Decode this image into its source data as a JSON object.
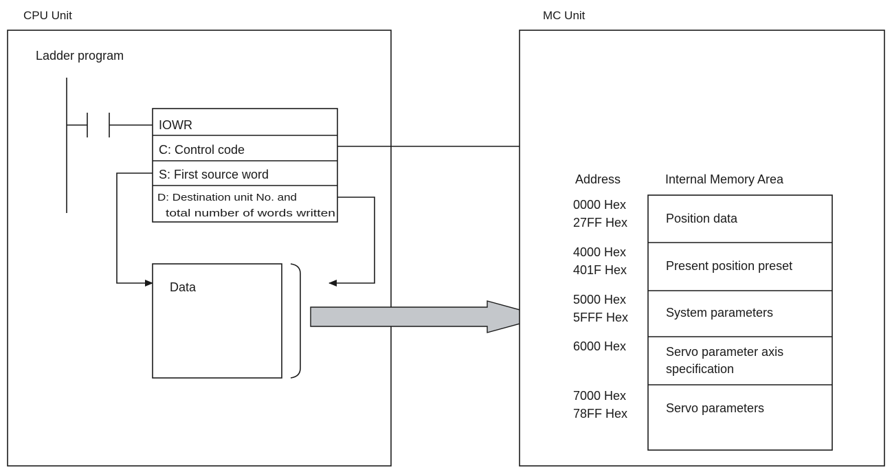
{
  "cpu_unit": {
    "title": "CPU Unit",
    "subtitle": "Ladder program",
    "instruction": {
      "name": "IOWR",
      "control": "C: Control code",
      "source": "S: First source word",
      "dest_line1": "D: Destination unit No. and",
      "dest_line2": "total number of words written"
    },
    "data_label": "Data"
  },
  "mc_unit": {
    "title": "MC Unit",
    "address_header": "Address",
    "memory_header": "Internal Memory Area",
    "areas": [
      {
        "addr_start": "0000 Hex",
        "addr_end": "27FF Hex",
        "name": "Position data"
      },
      {
        "addr_start": "4000 Hex",
        "addr_end": "401F Hex",
        "name": "Present position preset"
      },
      {
        "addr_start": "5000 Hex",
        "addr_end": "5FFF Hex",
        "name": "System parameters"
      },
      {
        "addr_start": "6000 Hex",
        "addr_end": "",
        "name_line1": "Servo parameter axis",
        "name_line2": "specification"
      },
      {
        "addr_start": "7000 Hex",
        "addr_end": "78FF Hex",
        "name": "Servo parameters"
      }
    ]
  },
  "colors": {
    "transfer_arrow": "#c4c7cb",
    "line": "#1a1a1a"
  }
}
